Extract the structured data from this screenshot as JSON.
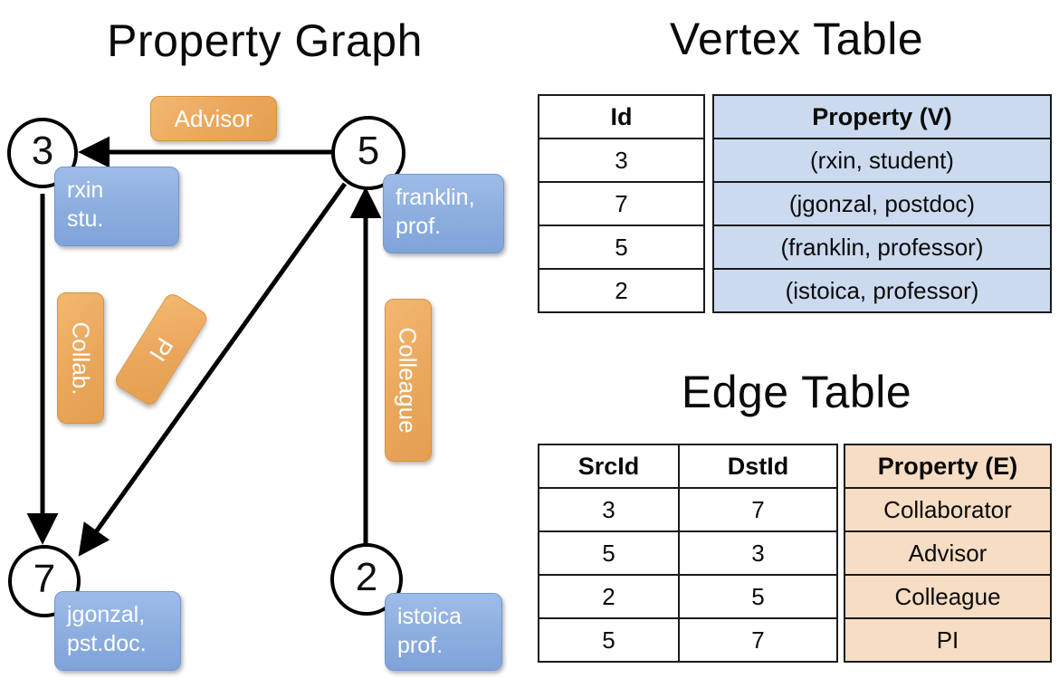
{
  "titles": {
    "property_graph": "Property Graph",
    "vertex_table": "Vertex Table",
    "edge_table": "Edge Table"
  },
  "graph": {
    "nodes": [
      {
        "id": "3",
        "label": "3",
        "property": "rxin\nstu."
      },
      {
        "id": "5",
        "label": "5",
        "property": "franklin,\nprof."
      },
      {
        "id": "7",
        "label": "7",
        "property": "jgonzal,\npst.doc."
      },
      {
        "id": "2",
        "label": "2",
        "property": "istoica\nprof."
      }
    ],
    "edge_labels": [
      {
        "name": "advisor",
        "text": "Advisor"
      },
      {
        "name": "collab",
        "text": "Collab."
      },
      {
        "name": "pi",
        "text": "PI"
      },
      {
        "name": "colleague",
        "text": "Colleague"
      }
    ]
  },
  "vertex_table": {
    "headers": [
      "Id",
      "Property (V)"
    ],
    "rows": [
      {
        "id": "3",
        "property": "(rxin, student)"
      },
      {
        "id": "7",
        "property": "(jgonzal, postdoc)"
      },
      {
        "id": "5",
        "property": "(franklin, professor)"
      },
      {
        "id": "2",
        "property": "(istoica, professor)"
      }
    ]
  },
  "edge_table": {
    "headers": [
      "SrcId",
      "DstId",
      "Property (E)"
    ],
    "rows": [
      {
        "src": "3",
        "dst": "7",
        "property": "Collaborator"
      },
      {
        "src": "5",
        "dst": "3",
        "property": "Advisor"
      },
      {
        "src": "2",
        "dst": "5",
        "property": "Colleague"
      },
      {
        "src": "5",
        "dst": "7",
        "property": "PI"
      }
    ]
  },
  "colors": {
    "vertex_property_fill": "#ccdaef",
    "edge_property_fill": "#f7ddc3",
    "node_box_blue": "#8fb0e0",
    "edge_label_orange": "#eaa75c",
    "stroke": "#000000"
  }
}
